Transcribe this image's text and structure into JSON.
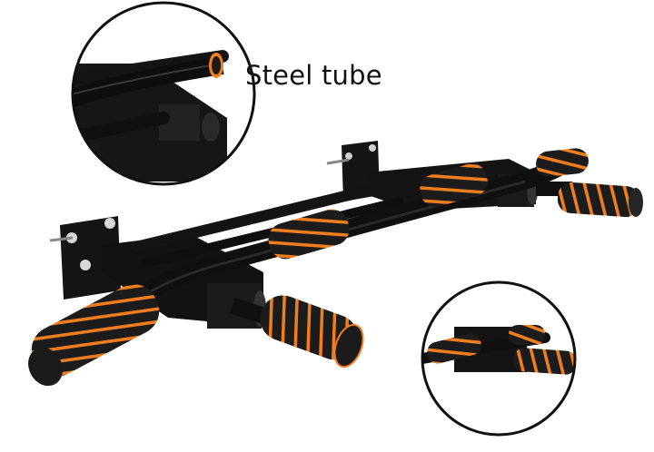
{
  "callout": {
    "label": "Steel tube"
  },
  "colors": {
    "background": "#ffffff",
    "steel": "#121212",
    "foam": "#1c1c1c",
    "foam_stripe": "#f07d1e",
    "circle_outline": "#111111"
  },
  "objects": {
    "main": "wall-mounted-pull-up-bar",
    "detail_top": "steel-tube-closeup",
    "detail_bottom": "handle-closeup"
  }
}
